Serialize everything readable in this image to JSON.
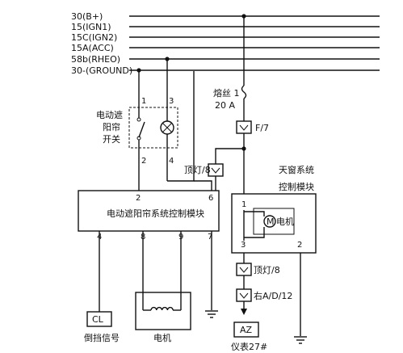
{
  "bus_labels": [
    "30(B+)",
    "15(IGN1)",
    "15C(IGN2)",
    "15A(ACC)",
    "58b(RHEO)",
    "30-(GROUND)"
  ],
  "switch": {
    "name_lines": [
      "电动遮",
      "阳帘",
      "开关"
    ],
    "pins": [
      "1",
      "3",
      "2",
      "4"
    ]
  },
  "module": {
    "label": "电动遮阳帘系统控制模块",
    "top_pins": [
      "2",
      "6"
    ],
    "bottom_pins": [
      "4",
      "8",
      "9",
      "7"
    ]
  },
  "fuse": {
    "label": "熔丝 1",
    "rating": "20 A"
  },
  "connectors": {
    "f7": "F/7",
    "dome1": "顶灯/8",
    "dome2": "顶灯/8",
    "right": "右A/D/12"
  },
  "sunroof": {
    "title_lines": [
      "天窗系统",
      "控制模块"
    ],
    "pins": [
      "1",
      "3",
      "2"
    ],
    "motor_symbol": "M",
    "motor_label": "电机"
  },
  "bottom": {
    "cl_box": "CL",
    "cl_caption": "倒挡信号",
    "motor_caption": "电机",
    "az_box": "AZ",
    "az_caption": "仪表27#"
  }
}
